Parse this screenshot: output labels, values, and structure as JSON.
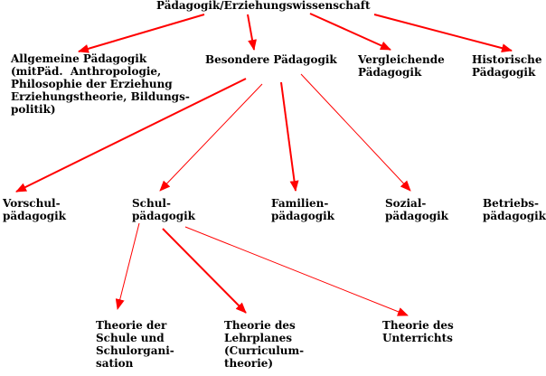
{
  "colors": {
    "text": "#000000",
    "arrow": "#ff0000",
    "background": "#ffffff"
  },
  "nodes": {
    "root": "Pädagogik/Erziehungswissenschaft",
    "allgemeine": "Allgemeine Pädagogik\n(mitPäd.  Anthropologie,\nPhilosophie der Erziehung\nErziehungstheorie, Bildungs-\npolitik)",
    "besondere": "Besondere Pädagogik",
    "vergleichende": "Vergleichende\nPädagogik",
    "historische": "Historische\nPädagogik",
    "vorschul": "Vorschul-\npädagogik",
    "schul": "Schul-\npädagogik",
    "familien": "Familien-\npädagogik",
    "sozial": "Sozial-\npädagogik",
    "betriebs": "Betriebs-\npädagogik",
    "theorie_schule": "Theorie der\nSchule und\nSchulorgani-\nsation",
    "theorie_lehrplanes": "Theorie des\nLehrplanes\n(Curriculum-\ntheorie)",
    "theorie_unterrichts": "Theorie des\nUnterrichts"
  },
  "edges": [
    {
      "from": "root",
      "to": "allgemeine",
      "weight": "thick"
    },
    {
      "from": "root",
      "to": "besondere",
      "weight": "thick"
    },
    {
      "from": "root",
      "to": "vergleichende",
      "weight": "thick"
    },
    {
      "from": "root",
      "to": "historische",
      "weight": "thick"
    },
    {
      "from": "besondere",
      "to": "vorschul",
      "weight": "thick"
    },
    {
      "from": "besondere",
      "to": "schul",
      "weight": "thin"
    },
    {
      "from": "besondere",
      "to": "familien",
      "weight": "thick"
    },
    {
      "from": "besondere",
      "to": "sozial",
      "weight": "thin"
    },
    {
      "from": "schul",
      "to": "theorie_schule",
      "weight": "thin"
    },
    {
      "from": "schul",
      "to": "theorie_lehrplanes",
      "weight": "thick"
    },
    {
      "from": "schul",
      "to": "theorie_unterrichts",
      "weight": "thin"
    }
  ]
}
